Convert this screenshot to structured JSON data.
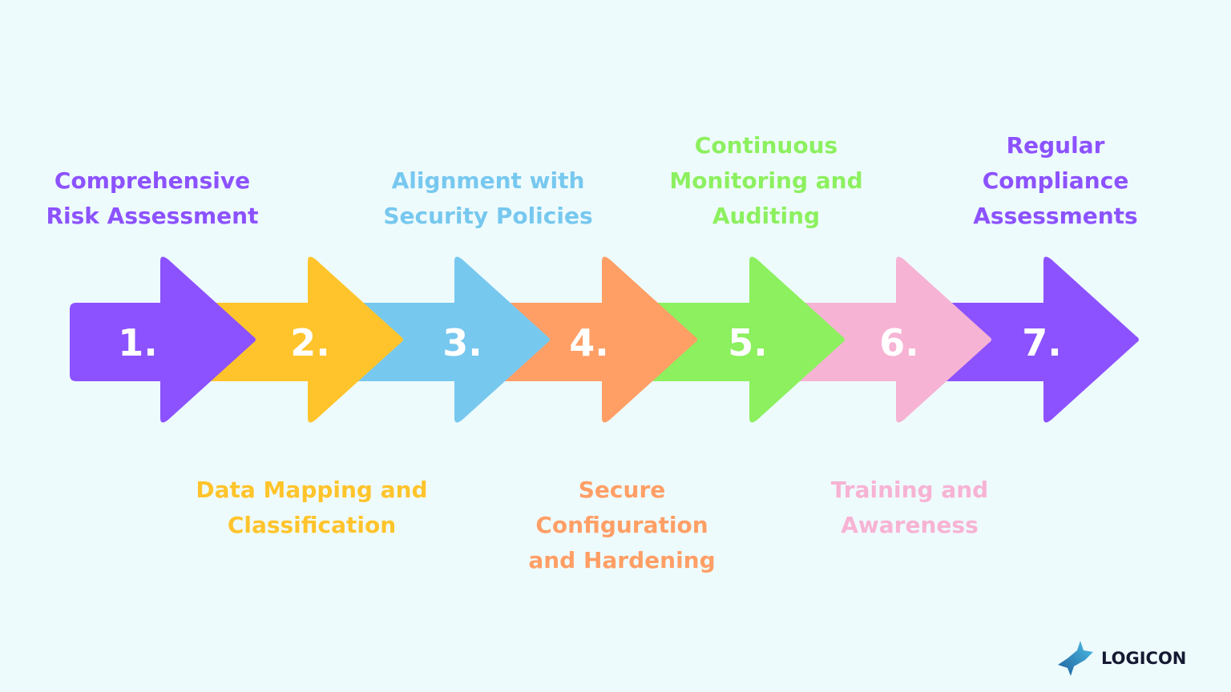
{
  "steps": [
    {
      "number": "1.",
      "lines": [
        "Comprehensive",
        "Risk Assessment"
      ],
      "color": "#8c52ff",
      "position": "above"
    },
    {
      "number": "2.",
      "lines": [
        "Data Mapping and",
        "Classification"
      ],
      "color": "#ffc42b",
      "position": "below"
    },
    {
      "number": "3.",
      "lines": [
        "Alignment with",
        "Security Policies"
      ],
      "color": "#77c8ef",
      "position": "above"
    },
    {
      "number": "4.",
      "lines": [
        "Secure",
        "Configuration",
        "and Hardening"
      ],
      "color": "#ff9f66",
      "position": "below"
    },
    {
      "number": "5.",
      "lines": [
        "Continuous",
        "Monitoring and",
        "Auditing"
      ],
      "color": "#8cf05f",
      "position": "above"
    },
    {
      "number": "6.",
      "lines": [
        "Training and",
        "Awareness"
      ],
      "color": "#f7b3d4",
      "position": "below"
    },
    {
      "number": "7.",
      "lines": [
        "Regular",
        "Compliance",
        "Assessments"
      ],
      "color": "#8c52ff",
      "position": "above"
    }
  ],
  "logo": {
    "text": "LOGICON",
    "color": "#2a8fc7"
  }
}
